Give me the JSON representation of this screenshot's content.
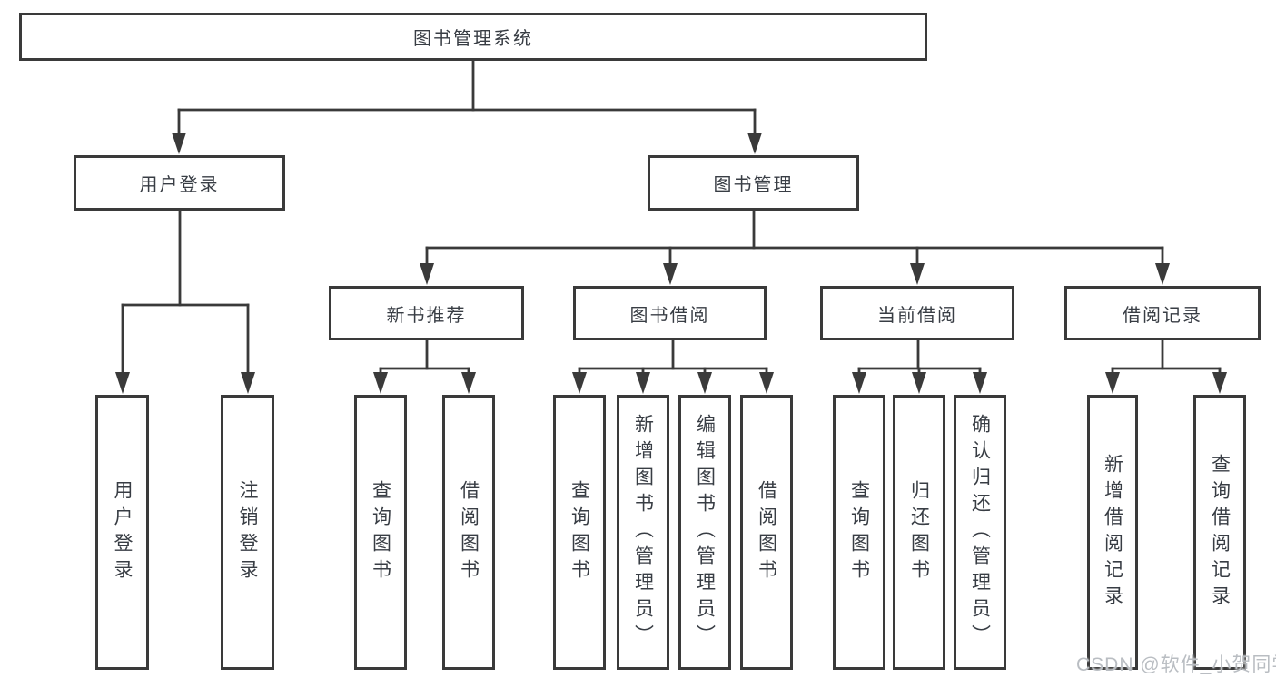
{
  "diagram": {
    "root": {
      "label": "图书管理系统"
    },
    "level2": [
      {
        "label": "用户登录"
      },
      {
        "label": "图书管理"
      }
    ],
    "level3": [
      {
        "label": "新书推荐"
      },
      {
        "label": "图书借阅"
      },
      {
        "label": "当前借阅"
      },
      {
        "label": "借阅记录"
      }
    ],
    "leaves": {
      "user_login": [
        {
          "label": "用户登录"
        },
        {
          "label": "注销登录"
        }
      ],
      "new_books": [
        {
          "label": "查询图书"
        },
        {
          "label": "借阅图书"
        }
      ],
      "book_borrow": [
        {
          "label": "查询图书"
        },
        {
          "label": "新增图书（管理员）"
        },
        {
          "label": "编辑图书（管理员）"
        },
        {
          "label": "借阅图书"
        }
      ],
      "current_borrow": [
        {
          "label": "查询图书"
        },
        {
          "label": "归还图书"
        },
        {
          "label": "确认归还（管理员）"
        }
      ],
      "borrow_records": [
        {
          "label": "新增借阅记录"
        },
        {
          "label": "查询借阅记录"
        }
      ]
    }
  },
  "watermark": {
    "text": "CSDN @软件_小贺同学"
  },
  "colors": {
    "line": "#3a3a3a",
    "text": "#383d44",
    "watermark": "#b9bdc2"
  }
}
